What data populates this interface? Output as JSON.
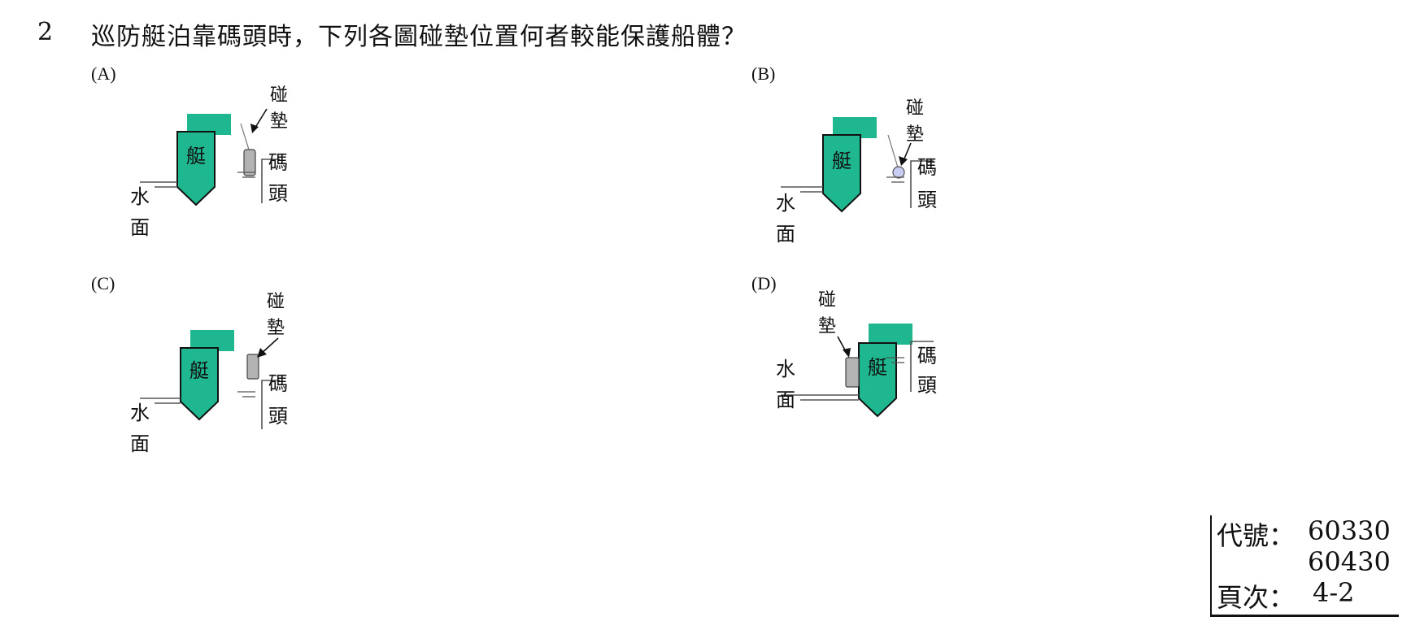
{
  "question": {
    "number": "2",
    "text": "巡防艇泊靠碼頭時，下列各圖碰墊位置何者較能保護船體？"
  },
  "options": [
    {
      "label": "(A)",
      "fender_label": "碰墊",
      "boat_label": "艇",
      "water_label": "水面",
      "pier_label": "碼頭"
    },
    {
      "label": "(B)",
      "fender_label": "碰墊",
      "boat_label": "艇",
      "water_label": "水面",
      "pier_label": "碼頭"
    },
    {
      "label": "(C)",
      "fender_label": "碰墊",
      "boat_label": "艇",
      "water_label": "水面",
      "pier_label": "碼頭"
    },
    {
      "label": "(D)",
      "fender_label": "碰墊",
      "boat_label": "艇",
      "water_label": "水面",
      "pier_label": "碼頭"
    }
  ],
  "footer": {
    "code_label": "代號：",
    "code_1": "60330",
    "code_2": "60430",
    "page_label": "頁次：",
    "page_value": "4-2"
  },
  "colors": {
    "boat_fill": "#1fb78f",
    "fender_gray": "#b3b3b3",
    "fender_round": "#c9cdf2"
  }
}
